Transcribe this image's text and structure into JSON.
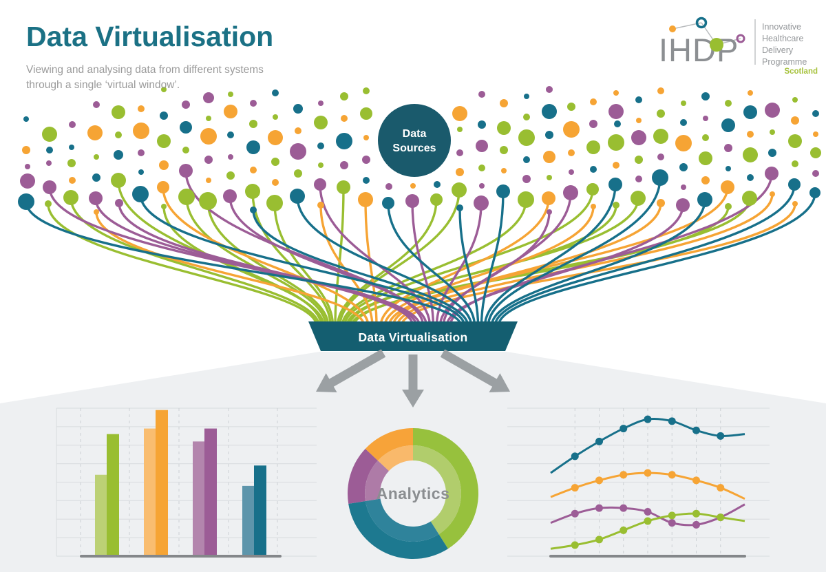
{
  "header": {
    "title": "Data Virtualisation",
    "subtitle_line1": "Viewing and analysing data from different systems",
    "subtitle_line2": "through a single ‘virtual window’."
  },
  "logo": {
    "acronym": "IHDP",
    "words": [
      "Innovative",
      "Healthcare",
      "Delivery",
      "Programme"
    ],
    "region": "Scotland"
  },
  "colors": {
    "title": "#1b7185",
    "panel": "#eef0f2",
    "funnel": "#145e70",
    "sources_circle": "#1a5a6c",
    "arrow": "#9ba0a3",
    "baseline": "#84878a",
    "grid": "#dcdfe2",
    "grid_dash": "#ccd0d4",
    "main": {
      "g": "#99be31",
      "o": "#f6a434",
      "p": "#9c5c96",
      "t": "#17708a"
    },
    "light": {
      "g": "#bcd175",
      "o": "#f9bd70",
      "p": "#b385ad",
      "t": "#5d95ab"
    }
  },
  "diagram": {
    "sources_line1": "Data",
    "sources_line2": "Sources",
    "funnel_label": "Data Virtualisation",
    "bundles": {
      "g": 487,
      "o": 556,
      "p": 627,
      "t": 697
    },
    "funnel_top_y": 466,
    "dots": [
      [
        38,
        173,
        4,
        "t",
        0
      ],
      [
        38,
        218,
        6,
        "o",
        0
      ],
      [
        40,
        242,
        4,
        "p",
        0
      ],
      [
        40,
        263,
        11,
        "p",
        0
      ],
      [
        38,
        293,
        12,
        "t",
        1
      ],
      [
        72,
        195,
        11,
        "g",
        0
      ],
      [
        72,
        218,
        5,
        "t",
        0
      ],
      [
        71,
        237,
        4,
        "p",
        0
      ],
      [
        72,
        272,
        10,
        "p",
        1
      ],
      [
        70,
        296,
        5,
        "g",
        1
      ],
      [
        105,
        181,
        5,
        "p",
        0
      ],
      [
        104,
        214,
        4,
        "t",
        0
      ],
      [
        104,
        237,
        6,
        "g",
        0
      ],
      [
        105,
        262,
        5,
        "o",
        0
      ],
      [
        103,
        287,
        11,
        "g",
        1
      ],
      [
        140,
        152,
        5,
        "p",
        0
      ],
      [
        138,
        193,
        11,
        "o",
        0
      ],
      [
        140,
        228,
        4,
        "g",
        0
      ],
      [
        140,
        258,
        6,
        "t",
        0
      ],
      [
        139,
        288,
        10,
        "p",
        1
      ],
      [
        140,
        308,
        4,
        "o",
        1
      ],
      [
        172,
        163,
        10,
        "g",
        0
      ],
      [
        172,
        196,
        5,
        "g",
        0
      ],
      [
        172,
        225,
        7,
        "t",
        0
      ],
      [
        172,
        262,
        11,
        "g",
        1
      ],
      [
        173,
        295,
        6,
        "p",
        1
      ],
      [
        205,
        158,
        5,
        "o",
        0
      ],
      [
        205,
        190,
        12,
        "o",
        0
      ],
      [
        205,
        222,
        5,
        "p",
        0
      ],
      [
        205,
        250,
        4,
        "t",
        0
      ],
      [
        204,
        282,
        12,
        "t",
        1
      ],
      [
        238,
        130,
        4,
        "g",
        0
      ],
      [
        238,
        168,
        6,
        "t",
        0
      ],
      [
        238,
        205,
        10,
        "g",
        0
      ],
      [
        238,
        240,
        7,
        "o",
        0
      ],
      [
        237,
        272,
        9,
        "o",
        1
      ],
      [
        238,
        300,
        4,
        "g",
        1
      ],
      [
        270,
        152,
        6,
        "p",
        0
      ],
      [
        270,
        185,
        9,
        "t",
        0
      ],
      [
        270,
        218,
        5,
        "g",
        0
      ],
      [
        270,
        248,
        10,
        "p",
        1
      ],
      [
        271,
        286,
        12,
        "g",
        1
      ],
      [
        303,
        142,
        8,
        "p",
        0
      ],
      [
        303,
        172,
        4,
        "g",
        0
      ],
      [
        303,
        198,
        12,
        "o",
        0
      ],
      [
        303,
        232,
        6,
        "p",
        0
      ],
      [
        303,
        262,
        4,
        "o",
        0
      ],
      [
        302,
        292,
        13,
        "g",
        1
      ],
      [
        335,
        137,
        4,
        "g",
        0
      ],
      [
        335,
        162,
        10,
        "o",
        0
      ],
      [
        335,
        196,
        5,
        "t",
        0
      ],
      [
        335,
        228,
        4,
        "p",
        0
      ],
      [
        335,
        255,
        6,
        "g",
        0
      ],
      [
        334,
        285,
        10,
        "p",
        1
      ],
      [
        368,
        150,
        5,
        "p",
        0
      ],
      [
        368,
        180,
        6,
        "g",
        0
      ],
      [
        368,
        214,
        10,
        "t",
        0
      ],
      [
        368,
        247,
        5,
        "o",
        0
      ],
      [
        367,
        278,
        11,
        "g",
        1
      ],
      [
        368,
        305,
        5,
        "t",
        1
      ],
      [
        400,
        135,
        5,
        "t",
        0
      ],
      [
        400,
        170,
        4,
        "g",
        0
      ],
      [
        400,
        200,
        11,
        "o",
        0
      ],
      [
        400,
        235,
        6,
        "g",
        0
      ],
      [
        400,
        265,
        5,
        "o",
        0
      ],
      [
        399,
        295,
        12,
        "g",
        1
      ],
      [
        433,
        158,
        7,
        "t",
        0
      ],
      [
        433,
        190,
        5,
        "o",
        0
      ],
      [
        433,
        220,
        12,
        "p",
        0
      ],
      [
        433,
        252,
        6,
        "g",
        0
      ],
      [
        432,
        285,
        11,
        "t",
        1
      ],
      [
        466,
        150,
        4,
        "p",
        0
      ],
      [
        466,
        178,
        10,
        "g",
        0
      ],
      [
        466,
        212,
        5,
        "t",
        0
      ],
      [
        466,
        240,
        4,
        "g",
        0
      ],
      [
        465,
        268,
        9,
        "p",
        1
      ],
      [
        466,
        298,
        5,
        "o",
        1
      ],
      [
        500,
        140,
        6,
        "g",
        0
      ],
      [
        500,
        172,
        5,
        "o",
        0
      ],
      [
        500,
        205,
        12,
        "t",
        0
      ],
      [
        500,
        240,
        6,
        "p",
        0
      ],
      [
        499,
        272,
        10,
        "g",
        1
      ],
      [
        532,
        132,
        5,
        "g",
        0
      ],
      [
        532,
        165,
        9,
        "g",
        0
      ],
      [
        532,
        200,
        4,
        "o",
        0
      ],
      [
        532,
        232,
        6,
        "p",
        0
      ],
      [
        532,
        262,
        5,
        "t",
        0
      ],
      [
        531,
        290,
        11,
        "o",
        1
      ],
      [
        565,
        271,
        5,
        "p",
        0
      ],
      [
        564,
        295,
        9,
        "t",
        1
      ],
      [
        600,
        270,
        4,
        "o",
        0
      ],
      [
        599,
        292,
        10,
        "p",
        1
      ],
      [
        635,
        268,
        5,
        "t",
        0
      ],
      [
        634,
        290,
        9,
        "g",
        1
      ],
      [
        668,
        165,
        11,
        "o",
        0
      ],
      [
        668,
        188,
        4,
        "g",
        0
      ],
      [
        668,
        222,
        5,
        "p",
        0
      ],
      [
        668,
        250,
        6,
        "o",
        0
      ],
      [
        667,
        276,
        11,
        "g",
        1
      ],
      [
        668,
        302,
        5,
        "t",
        1
      ],
      [
        700,
        137,
        5,
        "p",
        0
      ],
      [
        700,
        181,
        6,
        "t",
        0
      ],
      [
        700,
        212,
        9,
        "p",
        0
      ],
      [
        700,
        244,
        5,
        "g",
        0
      ],
      [
        700,
        270,
        4,
        "p",
        0
      ],
      [
        699,
        295,
        11,
        "p",
        1
      ],
      [
        732,
        150,
        6,
        "o",
        0
      ],
      [
        732,
        186,
        10,
        "g",
        0
      ],
      [
        732,
        218,
        6,
        "g",
        0
      ],
      [
        732,
        248,
        4,
        "o",
        0
      ],
      [
        731,
        278,
        10,
        "t",
        1
      ],
      [
        765,
        140,
        4,
        "t",
        0
      ],
      [
        765,
        170,
        5,
        "g",
        0
      ],
      [
        765,
        200,
        12,
        "g",
        0
      ],
      [
        765,
        232,
        5,
        "t",
        0
      ],
      [
        765,
        260,
        6,
        "p",
        0
      ],
      [
        764,
        290,
        12,
        "g",
        1
      ],
      [
        798,
        130,
        5,
        "p",
        0
      ],
      [
        798,
        162,
        11,
        "t",
        0
      ],
      [
        798,
        196,
        6,
        "t",
        0
      ],
      [
        798,
        228,
        9,
        "o",
        0
      ],
      [
        798,
        258,
        4,
        "g",
        0
      ],
      [
        797,
        288,
        10,
        "o",
        1
      ],
      [
        798,
        308,
        4,
        "p",
        1
      ],
      [
        830,
        155,
        6,
        "g",
        0
      ],
      [
        830,
        188,
        12,
        "o",
        0
      ],
      [
        830,
        222,
        5,
        "o",
        0
      ],
      [
        830,
        250,
        4,
        "p",
        0
      ],
      [
        829,
        280,
        11,
        "p",
        1
      ],
      [
        862,
        148,
        5,
        "o",
        0
      ],
      [
        862,
        180,
        6,
        "p",
        0
      ],
      [
        862,
        214,
        10,
        "g",
        0
      ],
      [
        862,
        246,
        5,
        "t",
        0
      ],
      [
        861,
        275,
        9,
        "g",
        1
      ],
      [
        862,
        300,
        4,
        "o",
        1
      ],
      [
        895,
        135,
        4,
        "o",
        0
      ],
      [
        895,
        162,
        11,
        "p",
        0
      ],
      [
        897,
        180,
        5,
        "t",
        0
      ],
      [
        895,
        207,
        12,
        "g",
        0
      ],
      [
        895,
        240,
        5,
        "o",
        0
      ],
      [
        894,
        268,
        10,
        "t",
        1
      ],
      [
        895,
        298,
        5,
        "g",
        1
      ],
      [
        928,
        145,
        5,
        "t",
        0
      ],
      [
        928,
        175,
        4,
        "o",
        0
      ],
      [
        928,
        200,
        11,
        "p",
        0
      ],
      [
        928,
        232,
        6,
        "g",
        0
      ],
      [
        928,
        260,
        5,
        "p",
        0
      ],
      [
        927,
        288,
        11,
        "g",
        1
      ],
      [
        960,
        132,
        5,
        "o",
        0
      ],
      [
        960,
        165,
        6,
        "g",
        0
      ],
      [
        960,
        198,
        11,
        "g",
        0
      ],
      [
        960,
        228,
        5,
        "p",
        0
      ],
      [
        959,
        258,
        12,
        "t",
        1
      ],
      [
        960,
        295,
        6,
        "o",
        1
      ],
      [
        993,
        150,
        4,
        "g",
        0
      ],
      [
        993,
        178,
        5,
        "t",
        0
      ],
      [
        993,
        208,
        12,
        "o",
        0
      ],
      [
        993,
        243,
        6,
        "t",
        0
      ],
      [
        993,
        272,
        4,
        "p",
        0
      ],
      [
        992,
        298,
        10,
        "p",
        1
      ],
      [
        1025,
        140,
        6,
        "t",
        0
      ],
      [
        1025,
        172,
        4,
        "p",
        0
      ],
      [
        1025,
        200,
        5,
        "g",
        0
      ],
      [
        1025,
        230,
        10,
        "g",
        0
      ],
      [
        1025,
        262,
        6,
        "o",
        0
      ],
      [
        1024,
        290,
        11,
        "t",
        1
      ],
      [
        1058,
        150,
        5,
        "g",
        0
      ],
      [
        1058,
        182,
        10,
        "t",
        0
      ],
      [
        1058,
        215,
        6,
        "p",
        0
      ],
      [
        1058,
        245,
        4,
        "t",
        0
      ],
      [
        1057,
        272,
        10,
        "o",
        1
      ],
      [
        1058,
        300,
        5,
        "g",
        1
      ],
      [
        1090,
        135,
        4,
        "o",
        0
      ],
      [
        1090,
        163,
        10,
        "t",
        0
      ],
      [
        1090,
        195,
        5,
        "o",
        0
      ],
      [
        1090,
        225,
        11,
        "g",
        0
      ],
      [
        1090,
        258,
        5,
        "t",
        0
      ],
      [
        1089,
        288,
        11,
        "g",
        1
      ],
      [
        1122,
        160,
        11,
        "p",
        0
      ],
      [
        1122,
        192,
        4,
        "g",
        0
      ],
      [
        1122,
        222,
        6,
        "t",
        0
      ],
      [
        1121,
        252,
        10,
        "p",
        1
      ],
      [
        1122,
        282,
        4,
        "o",
        1
      ],
      [
        1155,
        145,
        4,
        "g",
        0
      ],
      [
        1155,
        175,
        6,
        "o",
        0
      ],
      [
        1155,
        205,
        10,
        "g",
        0
      ],
      [
        1155,
        238,
        5,
        "g",
        0
      ],
      [
        1154,
        268,
        9,
        "t",
        1
      ],
      [
        1155,
        296,
        4,
        "o",
        1
      ],
      [
        1185,
        165,
        5,
        "t",
        0
      ],
      [
        1185,
        195,
        4,
        "o",
        0
      ],
      [
        1185,
        222,
        8,
        "g",
        0
      ],
      [
        1185,
        252,
        5,
        "p",
        0
      ],
      [
        1184,
        280,
        8,
        "t",
        1
      ]
    ]
  },
  "chart_data": [
    {
      "type": "bar",
      "title": "",
      "categories": [
        "green",
        "orange",
        "purple",
        "teal"
      ],
      "series": [
        {
          "name": "light-back-bar",
          "values": [
            4.4,
            6.9,
            6.2,
            3.8
          ]
        },
        {
          "name": "dark-front-bar",
          "values": [
            6.6,
            7.9,
            6.9,
            4.9
          ]
        }
      ],
      "xlabel": "",
      "ylabel": "",
      "ylim": [
        0,
        8
      ],
      "grid": "horizontal solid, vertical dashed, no tick labels"
    },
    {
      "type": "pie",
      "title": "",
      "center_label": "Analytics",
      "donut": true,
      "segments": [
        {
          "name": "green",
          "pct": 41.0,
          "outer": "#97c13d",
          "inner": "#b1cd6c"
        },
        {
          "name": "teal",
          "pct": 31.5,
          "outer": "#1d7990",
          "inner": "#2f839b"
        },
        {
          "name": "purple",
          "pct": 14.5,
          "outer": "#9c5c96",
          "inner": "#ae7ba7"
        },
        {
          "name": "orange",
          "pct": 13.0,
          "outer": "#f7a339",
          "inner": "#f9b96b"
        }
      ],
      "legend": "none"
    },
    {
      "type": "line",
      "title": "",
      "x": [
        0,
        1,
        2,
        3,
        4,
        5,
        6,
        7,
        8
      ],
      "markers_at": [
        1,
        2,
        3,
        4,
        5,
        6,
        7
      ],
      "series": [
        {
          "name": "teal",
          "values": [
            4.5,
            5.4,
            6.2,
            6.9,
            7.4,
            7.3,
            6.8,
            6.5,
            6.6
          ]
        },
        {
          "name": "orange",
          "values": [
            3.2,
            3.7,
            4.1,
            4.4,
            4.5,
            4.4,
            4.1,
            3.7,
            3.1
          ]
        },
        {
          "name": "purple",
          "values": [
            1.8,
            2.3,
            2.6,
            2.6,
            2.4,
            1.8,
            1.7,
            2.1,
            2.8
          ]
        },
        {
          "name": "green",
          "values": [
            0.4,
            0.6,
            0.9,
            1.4,
            1.9,
            2.2,
            2.3,
            2.1,
            1.9
          ]
        }
      ],
      "xlabel": "",
      "ylabel": "",
      "ylim": [
        0,
        8
      ],
      "grid": "horizontal solid, vertical dashed, no tick labels",
      "legend": "none"
    }
  ]
}
